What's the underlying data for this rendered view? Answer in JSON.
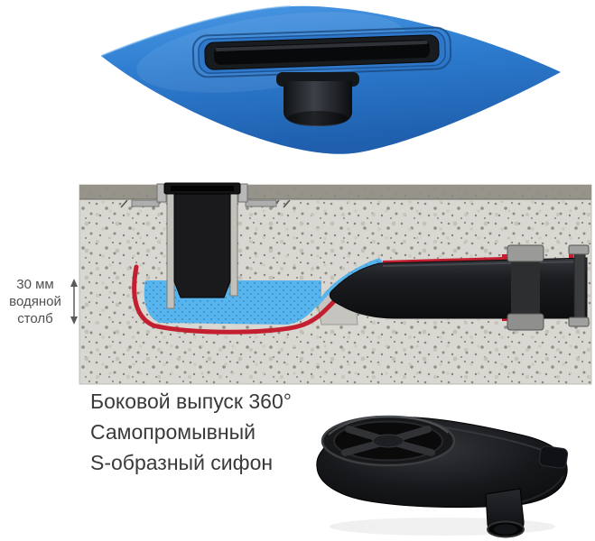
{
  "annotations": {
    "water_column": "30 мм\nводяной\nстолб"
  },
  "features": {
    "lines": [
      "Боковой выпуск 360°",
      "Самопромывный",
      "S-образный сифон"
    ]
  },
  "illustrations": {
    "membrane": "blue-waterproofing-membrane-with-linear-drain-channel",
    "cross_section": "installed-drain-cross-section-with-30mm-water-seal",
    "siphon": "black-side-outlet-self-cleaning-siphon-render"
  },
  "colors": {
    "membrane_blue": "#2d7ccf",
    "water_blue": "#57b4ec",
    "seal_red": "#c41f30",
    "concrete_gray": "#d8d7d1",
    "drain_black": "#17181b",
    "feature_text": "#3a3a3a",
    "label_text": "#4f4f4f"
  }
}
